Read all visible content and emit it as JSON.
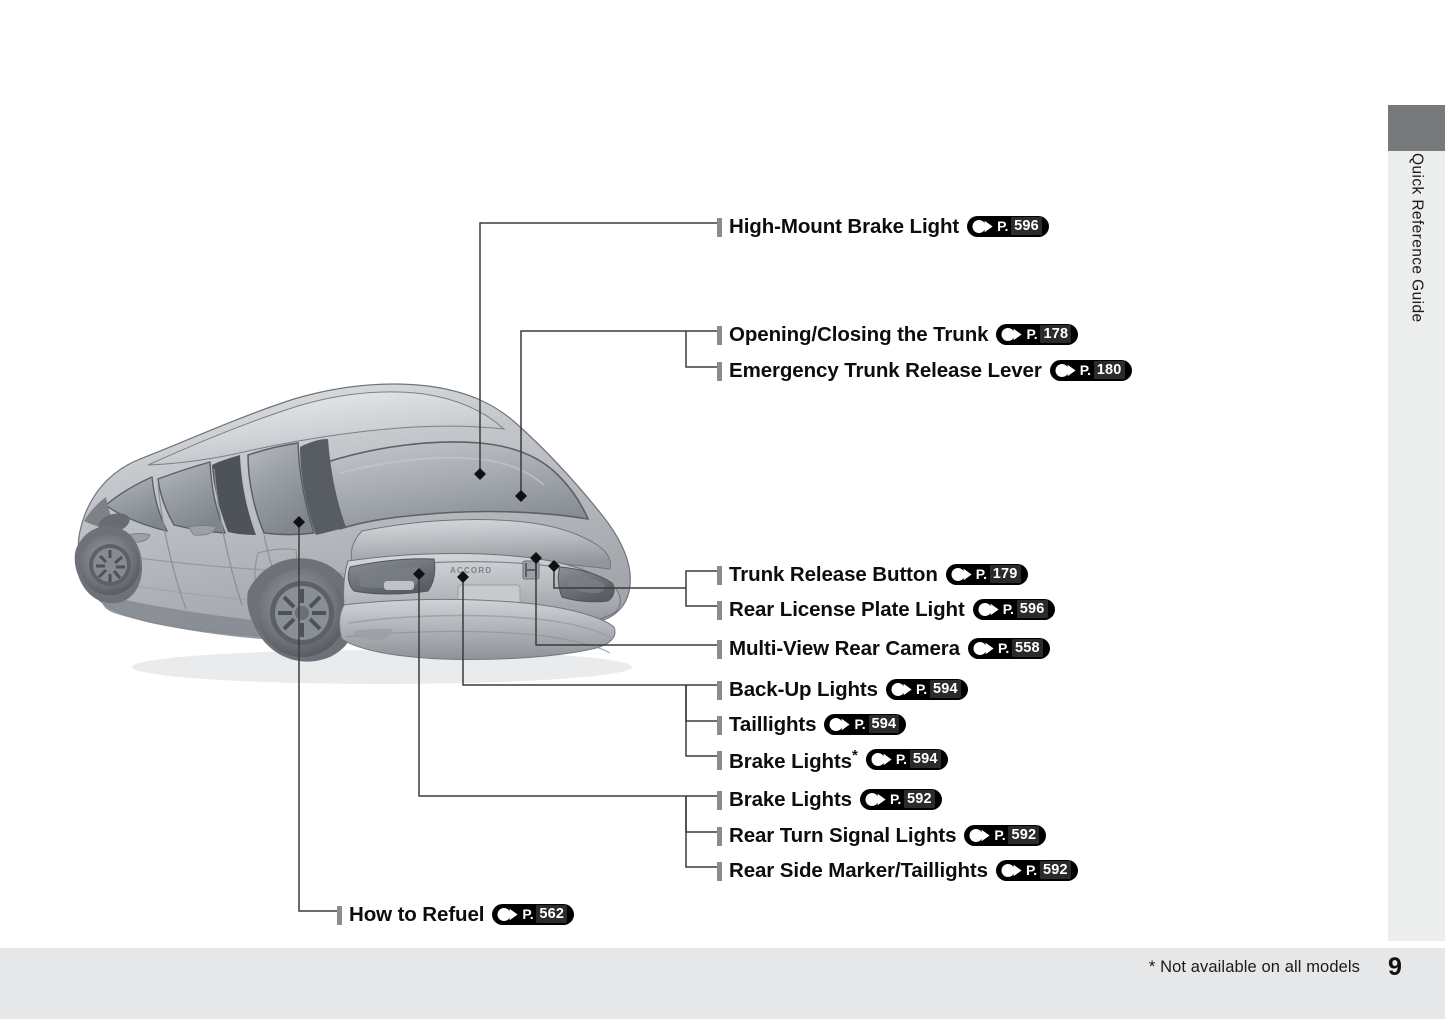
{
  "page": {
    "number": "9",
    "footnote": "* Not available on all models",
    "side_tab_label": "Quick Reference Guide",
    "background_color": "#ffffff",
    "footer_color": "#e6e7e8",
    "tab_block_color": "#78797b",
    "tab_strip_color": "#eceded",
    "badge_color": "#000000",
    "tick_color": "#8a8c8e"
  },
  "illustration": {
    "name": "honda-accord-rear-three-quarter-view",
    "vehicle_badge_text": "ACCORD",
    "body_color": "#b9bcc0",
    "glass_color": "#9a9ea4"
  },
  "callouts": [
    {
      "id": "high-mount-brake-light",
      "label": "High-Mount Brake Light",
      "ref_prefix": "P.",
      "ref_page": "596",
      "asterisk": false
    },
    {
      "id": "opening-closing-the-trunk",
      "label": "Opening/Closing the Trunk",
      "ref_prefix": "P.",
      "ref_page": "178",
      "asterisk": false
    },
    {
      "id": "emergency-trunk-release-lever",
      "label": "Emergency Trunk Release Lever",
      "ref_prefix": "P.",
      "ref_page": "180",
      "asterisk": false
    },
    {
      "id": "trunk-release-button",
      "label": "Trunk Release Button",
      "ref_prefix": "P.",
      "ref_page": "179",
      "asterisk": false
    },
    {
      "id": "rear-license-plate-light",
      "label": "Rear License Plate Light",
      "ref_prefix": "P.",
      "ref_page": "596",
      "asterisk": false
    },
    {
      "id": "multi-view-rear-camera",
      "label": "Multi-View Rear Camera",
      "ref_prefix": "P.",
      "ref_page": "558",
      "asterisk": false
    },
    {
      "id": "back-up-lights",
      "label": "Back-Up Lights",
      "ref_prefix": "P.",
      "ref_page": "594",
      "asterisk": false
    },
    {
      "id": "taillights",
      "label": "Taillights",
      "ref_prefix": "P.",
      "ref_page": "594",
      "asterisk": false
    },
    {
      "id": "brake-lights-starred",
      "label": "Brake Lights",
      "ref_prefix": "P.",
      "ref_page": "594",
      "asterisk": true
    },
    {
      "id": "brake-lights",
      "label": "Brake Lights",
      "ref_prefix": "P.",
      "ref_page": "592",
      "asterisk": false
    },
    {
      "id": "rear-turn-signal-lights",
      "label": "Rear Turn Signal Lights",
      "ref_prefix": "P.",
      "ref_page": "592",
      "asterisk": false
    },
    {
      "id": "rear-side-marker-taillights",
      "label": "Rear Side Marker/Taillights",
      "ref_prefix": "P.",
      "ref_page": "592",
      "asterisk": false
    },
    {
      "id": "how-to-refuel",
      "label": "How to Refuel",
      "ref_prefix": "P.",
      "ref_page": "562",
      "asterisk": false
    }
  ]
}
